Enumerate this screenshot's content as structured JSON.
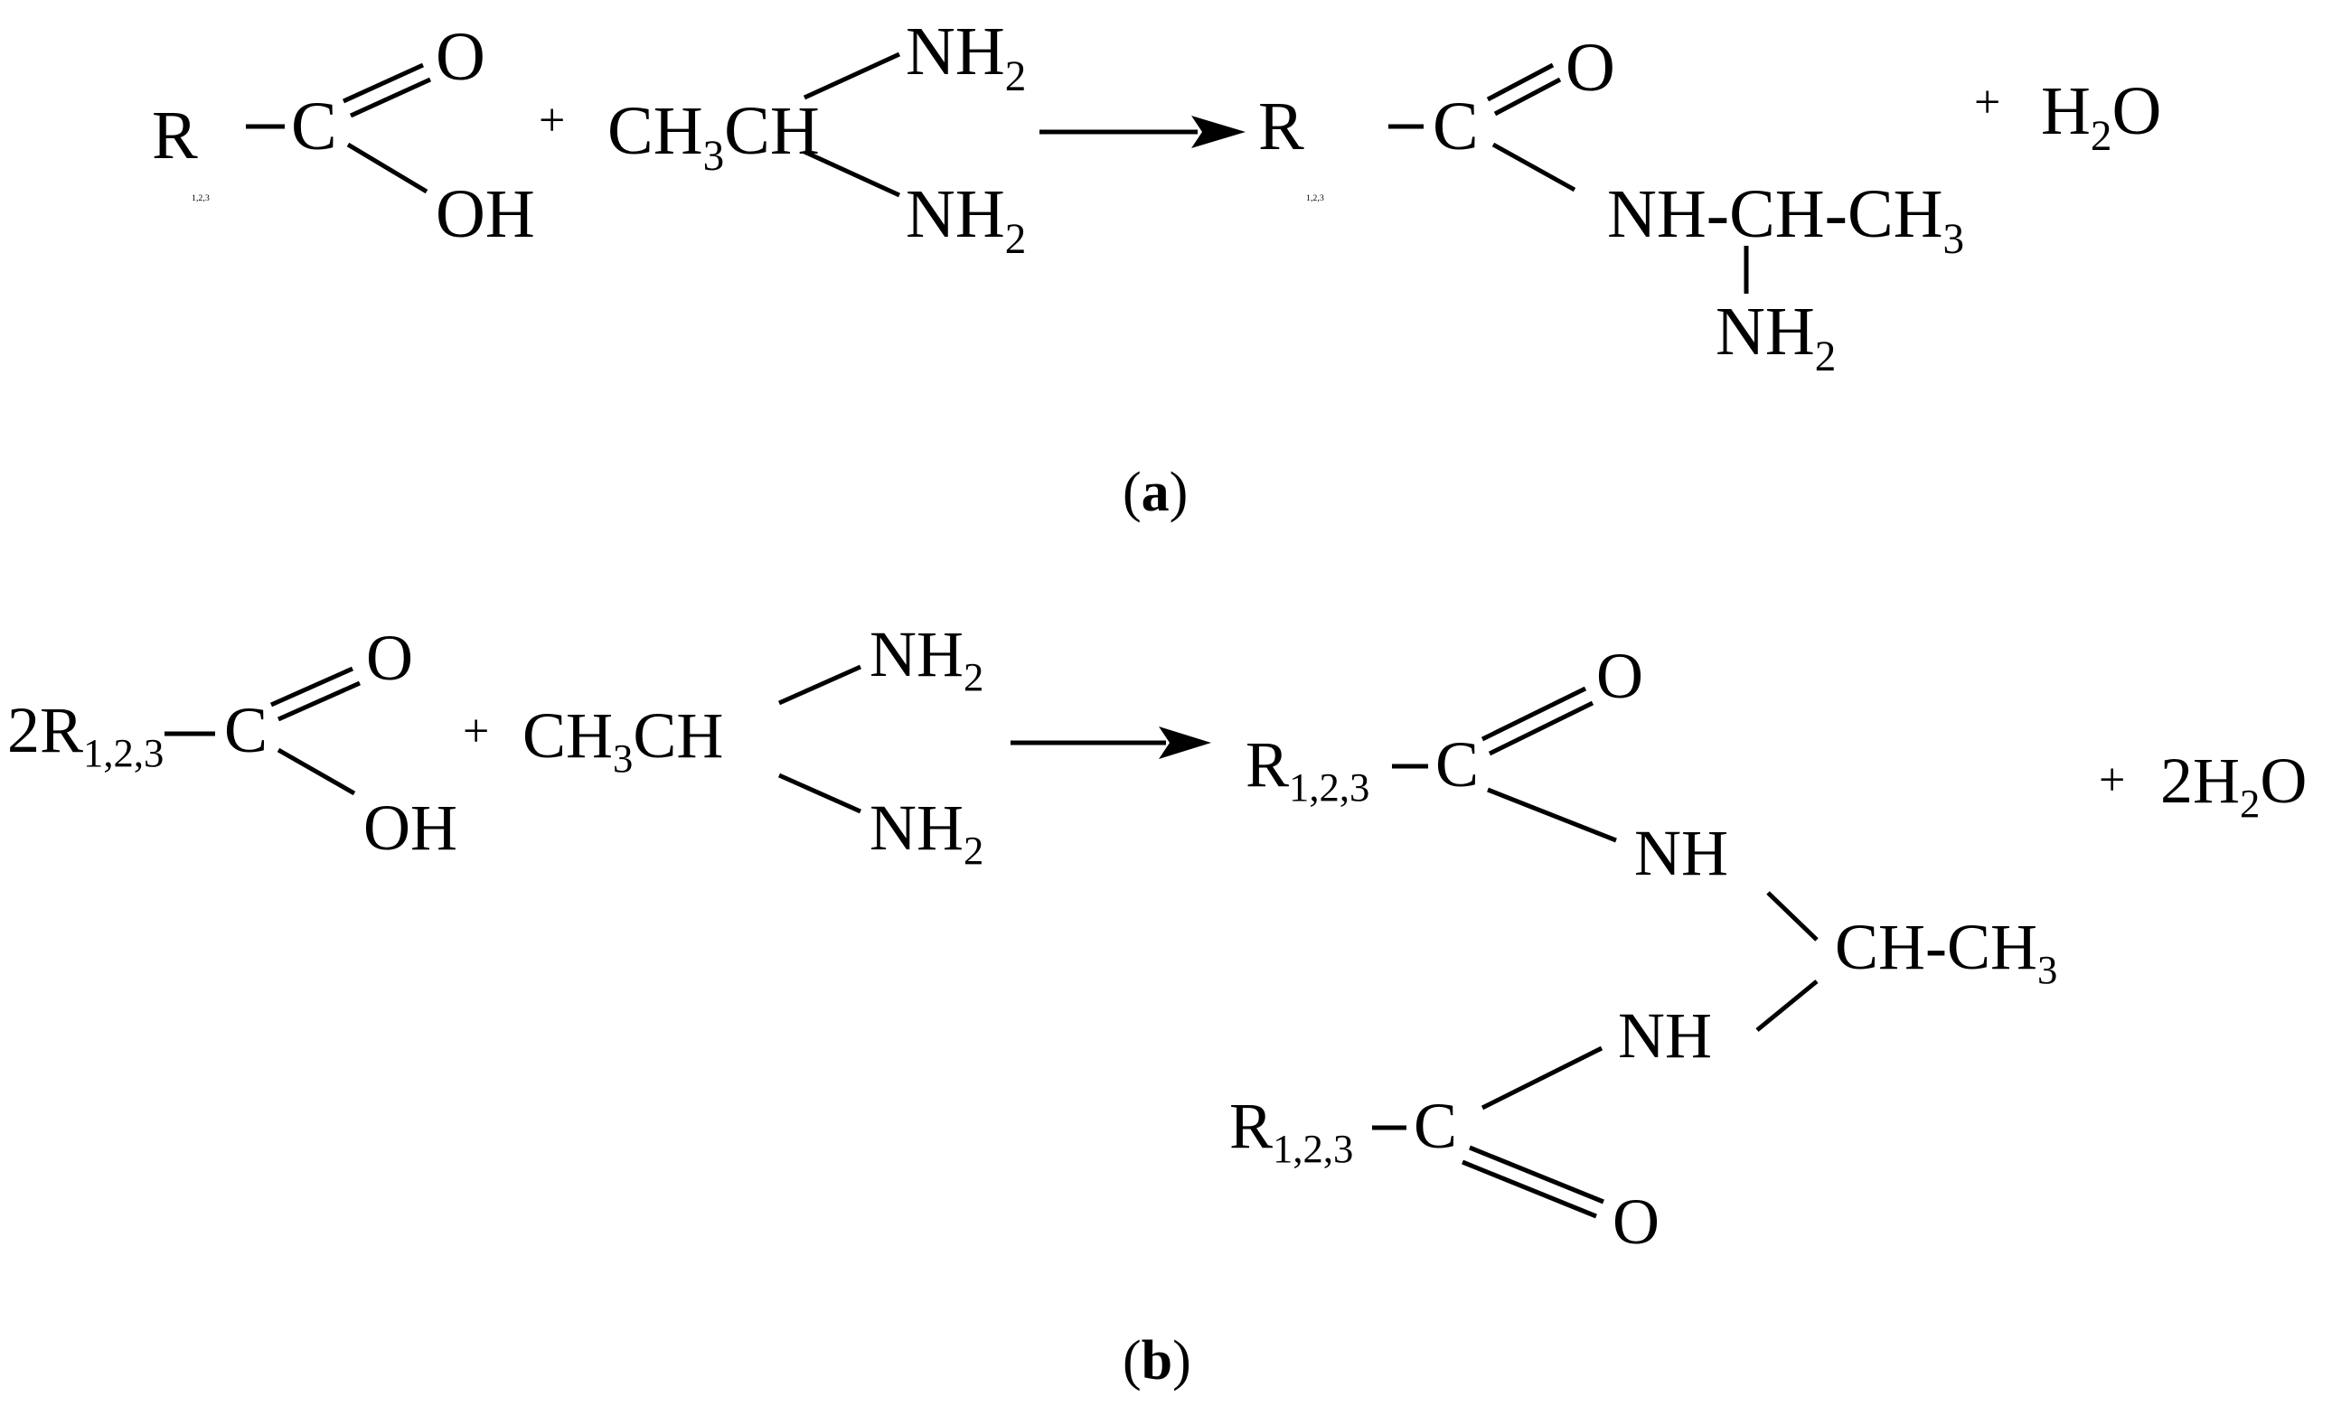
{
  "reaction_a": {
    "reactant1": {
      "r_group": "R",
      "r_sub": "1,2,3",
      "carbon": "C",
      "carbonyl_o": "O",
      "hydroxyl": "OH"
    },
    "plus1": "+",
    "reactant2": {
      "ch3_c": "CH",
      "ch3_sub": "3",
      "ch": "CH",
      "nh_top": "NH",
      "nh_top_sub": "2",
      "nh_bottom": "NH",
      "nh_bottom_sub": "2"
    },
    "product": {
      "r_group": "R",
      "r_sub": "1,2,3",
      "carbon": "C",
      "carbonyl_o": "O",
      "chain": "NH-CH-CH",
      "chain_sub": "3",
      "amine": "NH",
      "amine_sub": "2"
    },
    "plus2": "+",
    "water": {
      "h": "H",
      "h_sub": "2",
      "o": "O"
    },
    "caption": {
      "open": "(",
      "letter": "a",
      "close": ")"
    }
  },
  "reaction_b": {
    "reactant1": {
      "coef": "2",
      "r_group": "R",
      "r_sub": "1,2,3",
      "carbon": "C",
      "carbonyl_o": "O",
      "hydroxyl": "OH"
    },
    "plus1": "+",
    "reactant2": {
      "ch3_c": "CH",
      "ch3_sub": "3",
      "ch": "CH",
      "nh_top": "NH",
      "nh_top_sub": "2",
      "nh_bottom": "NH",
      "nh_bottom_sub": "2"
    },
    "product": {
      "r_top": "R",
      "r_top_sub": "1,2,3",
      "c_top": "C",
      "o_top": "O",
      "nh_top": "NH",
      "ch_chain": "CH-CH",
      "ch_chain_sub": "3",
      "nh_bottom": "NH",
      "r_bottom": "R",
      "r_bottom_sub": "1,2,3",
      "c_bottom": "C",
      "o_bottom": "O"
    },
    "plus2": "+",
    "water": {
      "coef": "2",
      "h": "H",
      "h_sub": "2",
      "o": "O"
    },
    "caption": {
      "open": "(",
      "letter": "b",
      "close": ")"
    }
  }
}
